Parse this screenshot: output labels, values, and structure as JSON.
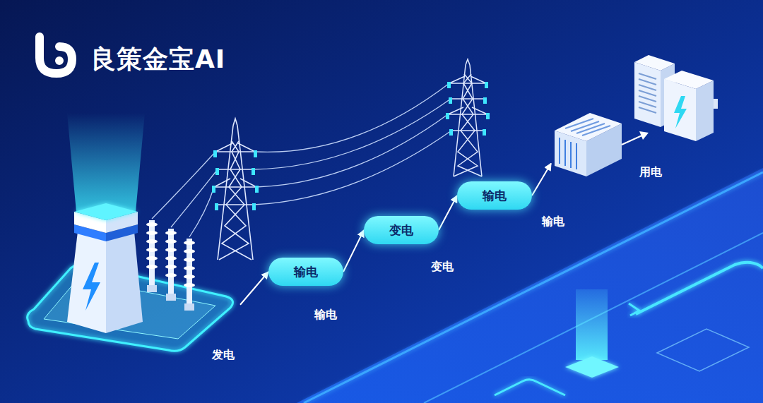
{
  "diagram": {
    "nodes": [
      {
        "text": [
          "发电"
        ]
      },
      {
        "text": [
          "输电"
        ]
      },
      {
        "text": [
          "变电"
        ]
      },
      {
        "text": [
          "输电"
        ]
      },
      {
        "text": [
          "用电"
        ]
      }
    ],
    "edges": [
      {
        "from": 0,
        "to": 1,
        "arrow": "to"
      },
      {
        "from": 1,
        "to": 2,
        "arrow": "to"
      },
      {
        "from": 2,
        "to": 3,
        "arrow": "to"
      },
      {
        "from": 3,
        "to": 4,
        "arrow": "to"
      }
    ],
    "labels": [
      "良策金宝AI",
      "输电",
      "变电",
      "输电"
    ]
  }
}
